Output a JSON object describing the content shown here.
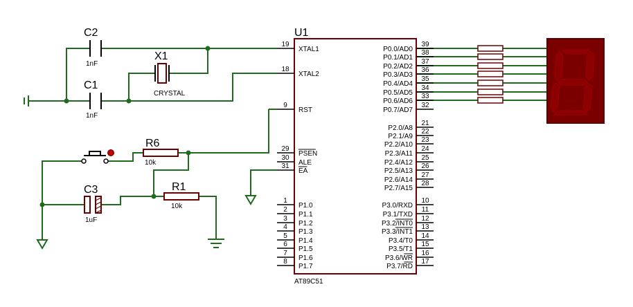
{
  "colors": {
    "wire": "#1e6b1e",
    "component": "#6b0000",
    "junction": "#1e6b1e",
    "segment_on": "#c00000",
    "segment_off": "#8b0000",
    "display_bg": "#7a0000"
  },
  "mcu": {
    "ref": "U1",
    "part": "AT89C51",
    "left_pins": [
      {
        "num": "19",
        "name": "XTAL1",
        "overbar": false
      },
      {
        "num": "18",
        "name": "XTAL2",
        "overbar": false
      },
      {
        "num": "9",
        "name": "RST",
        "overbar": false
      },
      {
        "num": "29",
        "name": "PSEN",
        "overbar": true
      },
      {
        "num": "30",
        "name": "ALE",
        "overbar": false
      },
      {
        "num": "31",
        "name": "EA",
        "overbar": true
      },
      {
        "num": "1",
        "name": "P1.0",
        "overbar": false
      },
      {
        "num": "2",
        "name": "P1.1",
        "overbar": false
      },
      {
        "num": "3",
        "name": "P1.2",
        "overbar": false
      },
      {
        "num": "4",
        "name": "P1.3",
        "overbar": false
      },
      {
        "num": "5",
        "name": "P1.4",
        "overbar": false
      },
      {
        "num": "6",
        "name": "P1.5",
        "overbar": false
      },
      {
        "num": "7",
        "name": "P1.6",
        "overbar": false
      },
      {
        "num": "8",
        "name": "P1.7",
        "overbar": false
      }
    ],
    "right_pins": [
      {
        "num": "39",
        "name": "P0.0/AD0"
      },
      {
        "num": "38",
        "name": "P0.1/AD1"
      },
      {
        "num": "37",
        "name": "P0.2/AD2"
      },
      {
        "num": "36",
        "name": "P0.3/AD3"
      },
      {
        "num": "35",
        "name": "P0.4/AD4"
      },
      {
        "num": "34",
        "name": "P0.5/AD5"
      },
      {
        "num": "33",
        "name": "P0.6/AD6"
      },
      {
        "num": "32",
        "name": "P0.7/AD7"
      },
      {
        "num": "21",
        "name": "P2.0/A8"
      },
      {
        "num": "22",
        "name": "P2.1/A9"
      },
      {
        "num": "23",
        "name": "P2.2/A10"
      },
      {
        "num": "24",
        "name": "P2.3/A11"
      },
      {
        "num": "25",
        "name": "P2.4/A12"
      },
      {
        "num": "26",
        "name": "P2.5/A13"
      },
      {
        "num": "27",
        "name": "P2.6/A14"
      },
      {
        "num": "28",
        "name": "P2.7/A15"
      },
      {
        "num": "10",
        "name": "P3.0/RXD"
      },
      {
        "num": "11",
        "name": "P3.1/TXD"
      },
      {
        "num": "12",
        "name": "P3.2/INT0",
        "bar": "INT0"
      },
      {
        "num": "13",
        "name": "P3.3/INT1",
        "bar": "INT1"
      },
      {
        "num": "14",
        "name": "P3.4/T0"
      },
      {
        "num": "15",
        "name": "P3.5/T1"
      },
      {
        "num": "16",
        "name": "P3.6/WR",
        "bar": "WR"
      },
      {
        "num": "17",
        "name": "P3.7/RD",
        "bar": "RD"
      }
    ]
  },
  "components": {
    "c2": {
      "ref": "C2",
      "value": "1nF"
    },
    "c1": {
      "ref": "C1",
      "value": "1nF"
    },
    "x1": {
      "ref": "X1",
      "value": "CRYSTAL"
    },
    "r6": {
      "ref": "R6",
      "value": "10k"
    },
    "r1": {
      "ref": "R1",
      "value": "10k"
    },
    "c3": {
      "ref": "C3",
      "value": "1uF"
    }
  },
  "display": {
    "lit_segments": [
      "a",
      "b",
      "c",
      "d",
      "e",
      "f",
      "g"
    ]
  }
}
